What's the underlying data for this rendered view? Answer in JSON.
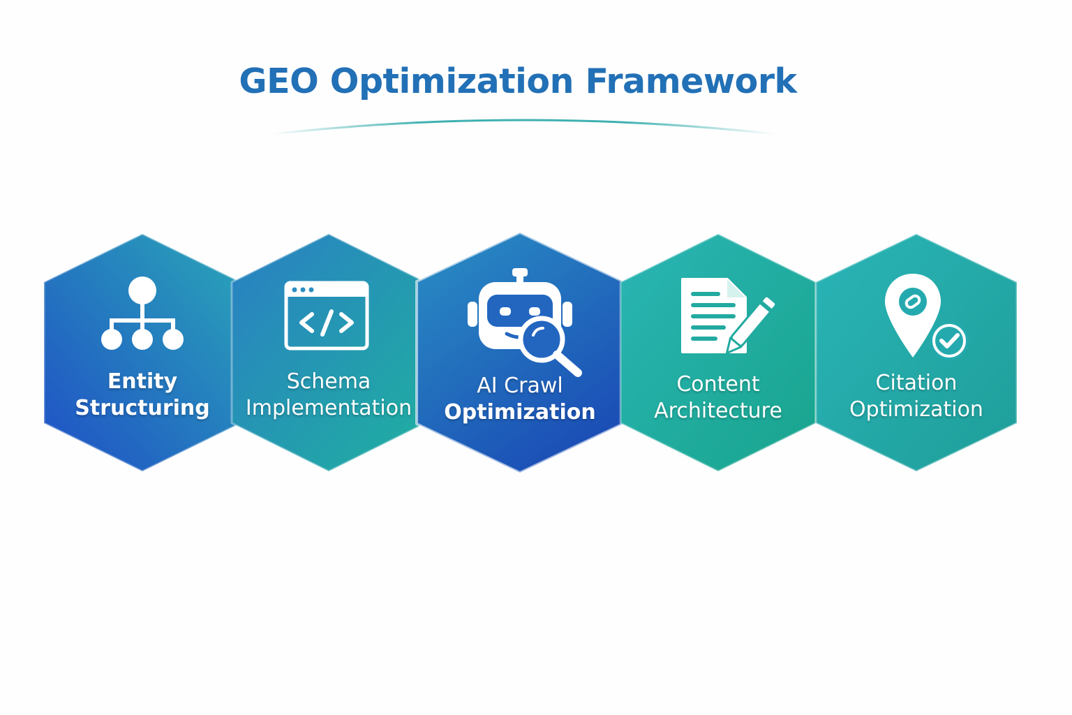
{
  "title": "GEO Optimization Framework",
  "colors": {
    "title": "#2270b6",
    "blue": "#1f5cc4",
    "teal": "#1fa9a5",
    "label": "#ffffff"
  },
  "steps": [
    {
      "line1": "Entity",
      "line2": "Structuring",
      "icon": "hierarchy-icon"
    },
    {
      "line1": "Schema",
      "line2": "Implementation",
      "icon": "code-window-icon"
    },
    {
      "line1": "AI Crawl",
      "line2": "Optimization",
      "icon": "robot-search-icon"
    },
    {
      "line1": "Content",
      "line2": "Architecture",
      "icon": "document-edit-icon"
    },
    {
      "line1": "Citation",
      "line2": "Optimization",
      "icon": "location-check-icon"
    }
  ]
}
